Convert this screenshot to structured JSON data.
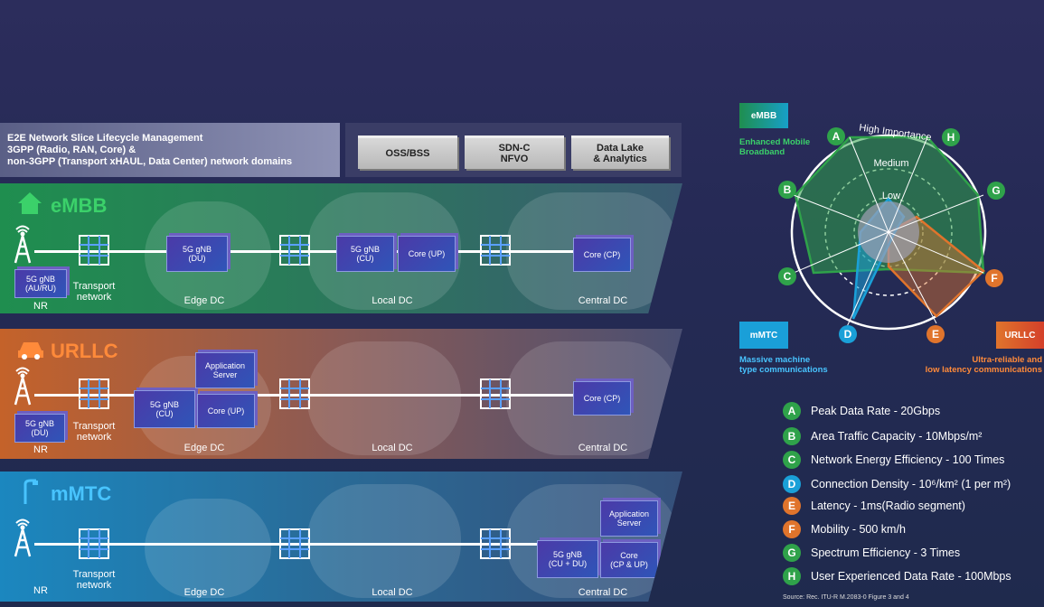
{
  "header": {
    "line1": "E2E Network Slice Lifecycle Management",
    "line2": "3GPP (Radio, RAN, Core) &",
    "line3": "non-3GPP (Transport xHAUL, Data Center) network domains",
    "boxes": [
      {
        "label": "OSS/BSS"
      },
      {
        "label": "SDN-C\nNFVO"
      },
      {
        "label": "Data Lake\n& Analytics"
      }
    ]
  },
  "slices": {
    "embb": {
      "title": "eMBB",
      "ru": "5G gNB\n(AU/RU)",
      "nr": "NR",
      "transport": "Transport\nnetwork",
      "edge_node": "5G gNB\n(DU)",
      "local_node1": "5G gNB\n(CU)",
      "local_node2": "Core (UP)",
      "central_node": "Core (CP)",
      "edge_dc": "Edge DC",
      "local_dc": "Local DC",
      "central_dc": "Central DC",
      "color": "#2a8a52"
    },
    "urllc": {
      "title": "URLLC",
      "ru": "5G gNB\n(DU)",
      "nr": "NR",
      "transport": "Transport\nnetwork",
      "edge_node1": "5G gNB\n(CU)",
      "edge_node2": "Core (UP)",
      "edge_node3": "Application\nServer",
      "central_node": "Core (CP)",
      "edge_dc": "Edge DC",
      "local_dc": "Local DC",
      "central_dc": "Central DC",
      "color": "#c0692b"
    },
    "mmtc": {
      "title": "mMTC",
      "nr": "NR",
      "transport": "Transport\nnetwork",
      "central_node1": "5G gNB\n(CU + DU)",
      "central_node2": "Core\n(CP & UP)",
      "central_node3": "Application\nServer",
      "edge_dc": "Edge DC",
      "local_dc": "Local DC",
      "central_dc": "Central DC",
      "color": "#1f86b8"
    }
  },
  "radar": {
    "ring_high": "High Importance",
    "ring_medium": "Medium",
    "ring_low": "Low",
    "embb_badge": "eMBB",
    "embb_caption": "Enhanced Mobile\nBroadband",
    "mmtc_badge": "mMTC",
    "mmtc_caption": "Massive machine\ntype communications",
    "urllc_badge": "URLLC",
    "urllc_caption": "Ultra-reliable and\nlow latency communications",
    "axes": [
      "A",
      "H",
      "G",
      "F",
      "E",
      "D",
      "C",
      "B"
    ],
    "colors": {
      "embb": "#2fa24a",
      "mmtc": "#1aa0d8",
      "urllc": "#e0742c"
    }
  },
  "legend": [
    {
      "key": "A",
      "text": "Peak Data Rate - 20Gbps",
      "color": "#2fa24a"
    },
    {
      "key": "B",
      "text": "Area Traffic Capacity - 10Mbps/m²",
      "color": "#2fa24a"
    },
    {
      "key": "C",
      "text": "Network Energy Efficiency - 100 Times",
      "color": "#2fa24a"
    },
    {
      "key": "D",
      "text": "Connection Density - 10⁶/km² (1 per m²)",
      "color": "#1aa0d8"
    },
    {
      "key": "E",
      "text": "Latency - 1ms(Radio segment)",
      "color": "#e0742c"
    },
    {
      "key": "F",
      "text": "Mobility - 500 km/h",
      "color": "#e0742c"
    },
    {
      "key": "G",
      "text": "Spectrum Efficiency - 3 Times",
      "color": "#2fa24a"
    },
    {
      "key": "H",
      "text": "User Experienced Data Rate - 100Mbps",
      "color": "#2fa24a"
    }
  ],
  "source": "Source: Rec. ITU-R M.2083-0 Figure 3 and 4"
}
